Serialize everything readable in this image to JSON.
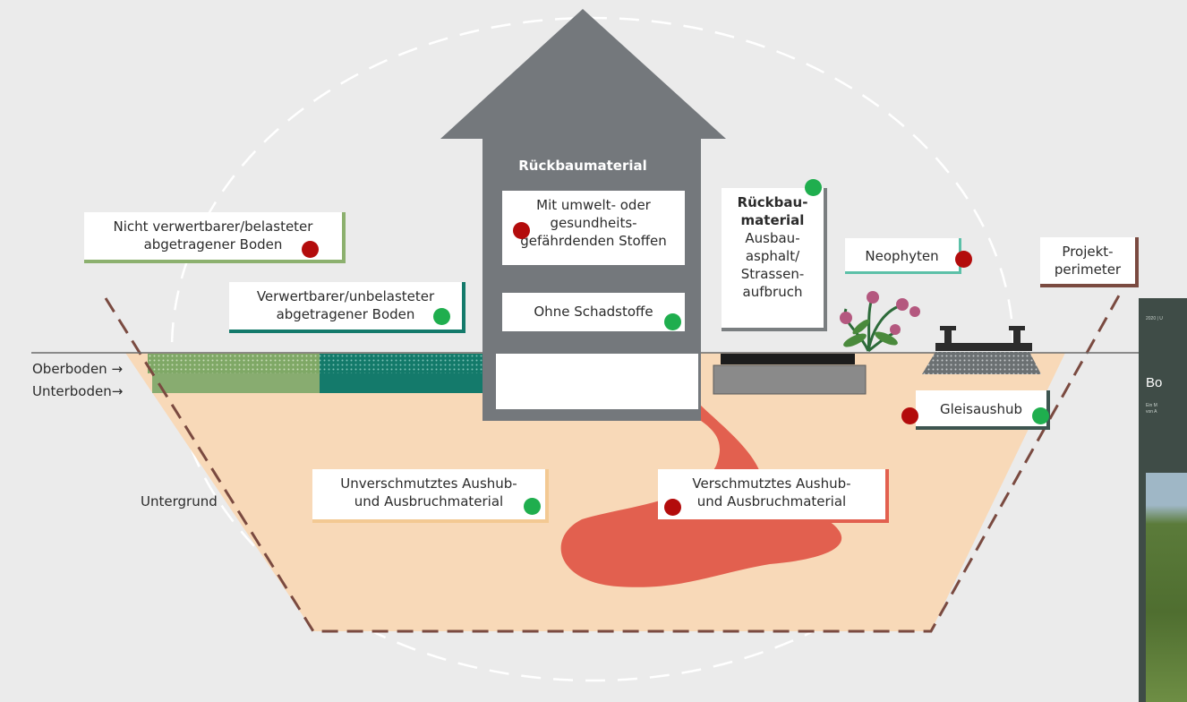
{
  "colors": {
    "background": "#ebebeb",
    "subsoil": "#f8d9b8",
    "arrow": "#74787c",
    "contaminated": "#e2604f",
    "green_topsoil": "#88ac70",
    "teal_topsoil": "#147a6b",
    "dot_red": "#b30c0c",
    "dot_green": "#1fae4e"
  },
  "diagram": {
    "arrow_title": "Rückbaumaterial",
    "labels": {
      "nicht_verwertbar": "Nicht verwertbarer/belasteter\nabgetragener Boden",
      "verwertbar": "Verwertbarer/unbelasteter\nabgetragener Boden",
      "mit_stoffen": "Mit umwelt- oder\ngesundheits-\ngefährdenden Stoffen",
      "ohne_schadstoffe": "Ohne Schadstoffe",
      "rueckbau_bold": "Rückbau-\nmaterial",
      "rueckbau_rest": "Ausbau-\nasphalt/\nStrassen-\naufbruch",
      "neophyten": "Neophyten",
      "projektperimeter": "Projekt-\nperimeter",
      "gleisaushub": "Gleisaushub",
      "unverschmutzt": "Unverschmutztes Aushub-\nund Ausbruchmaterial",
      "verschmutzt": "Verschmutztes Aushub-\nund Ausbruchmaterial"
    },
    "side_labels": {
      "oberboden": "Oberboden →",
      "unterboden": "Unterboden→",
      "untergrund": "Untergrund"
    }
  },
  "side_panel": {
    "small_top": "2020 | U",
    "title_fragment": "Bo",
    "sub_line1": "Ein M",
    "sub_line2": "von A"
  }
}
